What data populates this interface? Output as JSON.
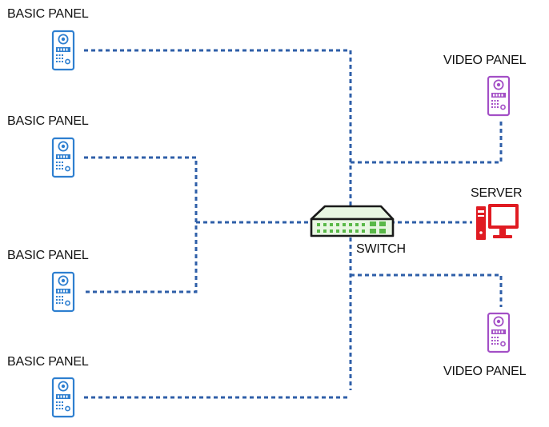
{
  "colors": {
    "link": "#2f5fa8",
    "basic_panel": "#2e7fd0",
    "video_panel": "#a34fc6",
    "server": "#e01b22",
    "switch_body": "#e8f6e2",
    "switch_outline": "#1a1a1a",
    "switch_port": "#59b848"
  },
  "labels": {
    "basic_panel_1": "BASIC PANEL",
    "basic_panel_2": "BASIC PANEL",
    "basic_panel_3": "BASIC PANEL",
    "basic_panel_4": "BASIC PANEL",
    "video_panel_1": "VIDEO PANEL",
    "video_panel_2": "VIDEO PANEL",
    "server": "SERVER",
    "switch": "SWITCH"
  },
  "icons": {
    "basic_panel": "intercom-panel-icon",
    "video_panel": "intercom-panel-icon",
    "server": "desktop-computer-icon",
    "switch": "network-switch-icon"
  }
}
